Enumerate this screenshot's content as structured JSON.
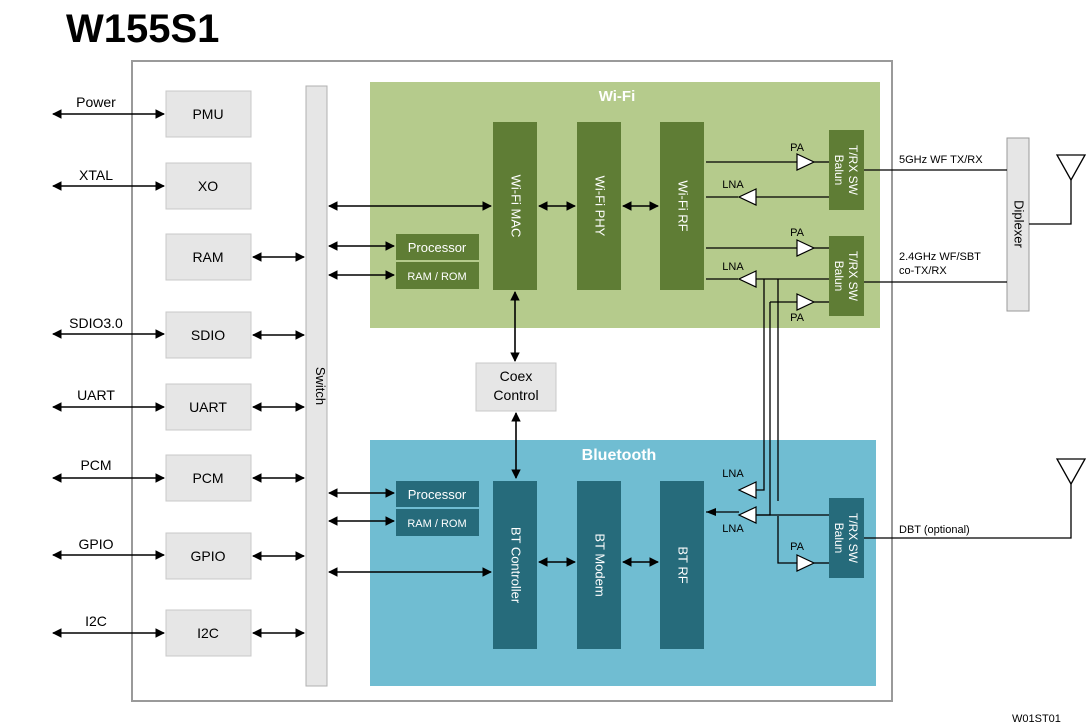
{
  "title": "W155S1",
  "footer_code": "W01ST01",
  "interfaces": {
    "power": "Power",
    "xtal": "XTAL",
    "sdio": "SDIO3.0",
    "uart": "UART",
    "pcm": "PCM",
    "gpio": "GPIO",
    "i2c": "I2C"
  },
  "periph_blocks": {
    "pmu": "PMU",
    "xo": "XO",
    "ram": "RAM",
    "sdio": "SDIO",
    "uart": "UART",
    "pcm": "PCM",
    "gpio": "GPIO",
    "i2c": "I2C"
  },
  "switch_label": "Switch",
  "wifi": {
    "title": "Wi-Fi",
    "processor": "Processor",
    "ram_rom": "RAM / ROM",
    "mac": "Wi-Fi MAC",
    "phy": "Wi-Fi PHY",
    "rf": "Wi-Fi RF",
    "pa": "PA",
    "lna": "LNA",
    "balun_line1": "T/RX SW",
    "balun_line2": "Balun"
  },
  "coex": {
    "line1": "Coex",
    "line2": "Control"
  },
  "bluetooth": {
    "title": "Bluetooth",
    "processor": "Processor",
    "ram_rom": "RAM / ROM",
    "controller": "BT Controller",
    "modem": "BT Modem",
    "rf": "BT RF",
    "pa": "PA",
    "lna": "LNA",
    "balun_line1": "T/RX SW",
    "balun_line2": "Balun"
  },
  "diplexer": "Diplexer",
  "signals": {
    "wf5": "5GHz WF TX/RX",
    "wf24_line1": "2.4GHz WF/SBT",
    "wf24_line2": "co-TX/RX",
    "dbt": "DBT (optional)"
  },
  "colors": {
    "wifi_bg": "#b5cb8c",
    "wifi_block": "#5f7d35",
    "bt_bg": "#70bdd2",
    "bt_block": "#266b7b",
    "gray_block": "#e6e6e6",
    "outline": "#9a9a9a"
  }
}
